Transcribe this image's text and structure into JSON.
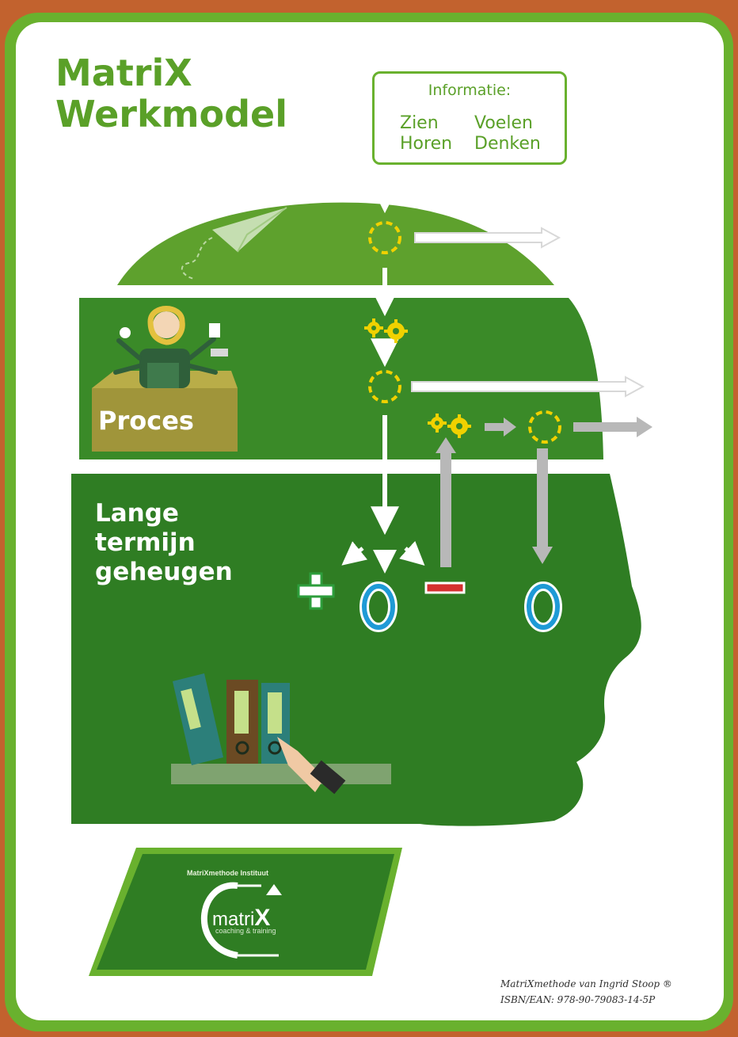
{
  "title": {
    "line1": "MatriX",
    "line2": "Werkmodel"
  },
  "info": {
    "heading": "Informatie:",
    "items": [
      "Zien",
      "Voelen",
      "Horen",
      "Denken"
    ]
  },
  "sections": {
    "proces": "Proces",
    "ltm": [
      "Lange",
      "termijn",
      "geheugen"
    ]
  },
  "logo": {
    "institute": "MatriXmethode Instituut",
    "word_a": "matri",
    "word_b": "X",
    "tagline": "coaching & training"
  },
  "credit": {
    "line1": "MatriXmethode van Ingrid Stoop ®",
    "line2": "ISBN/EAN: 978-90-79083-14-5P"
  },
  "colors": {
    "background": "#c2622e",
    "card": "#ffffff",
    "border": "#69b12e",
    "head_dark": "#2f7d23",
    "head_light": "#5ea12d",
    "gear": "#f0d100",
    "memory_ring": "#1e9ad6",
    "plus": "#2e9e3c",
    "minus": "#d42f2f"
  }
}
